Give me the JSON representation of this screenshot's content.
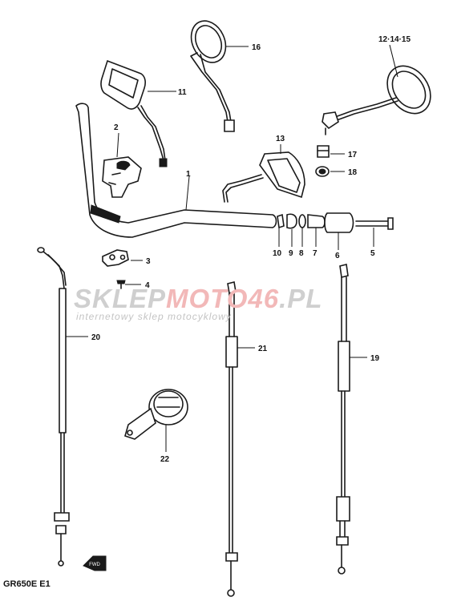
{
  "watermark": {
    "brand_part1": "SKLEP",
    "brand_part2": "MOTO",
    "brand_part3": "46",
    "brand_part4": ".PL",
    "tagline": "internetowy sklep motocyklowy"
  },
  "footer": {
    "model_code": "GR650E E1"
  },
  "fwd_marker": "FWD",
  "callouts": {
    "c1": "1",
    "c2": "2",
    "c3": "3",
    "c4": "4",
    "c5": "5",
    "c6": "6",
    "c7": "7",
    "c8": "8",
    "c9": "9",
    "c10": "10",
    "c11": "11",
    "c13": "13",
    "c12_14_15": "12·14·15",
    "c16": "16",
    "c17": "17",
    "c18": "18",
    "c19": "19",
    "c20": "20",
    "c21": "21",
    "c22": "22"
  },
  "colors": {
    "line": "#1a1a1a",
    "watermark_grey": "#cfcfcf",
    "watermark_red": "#f2b8b8"
  }
}
